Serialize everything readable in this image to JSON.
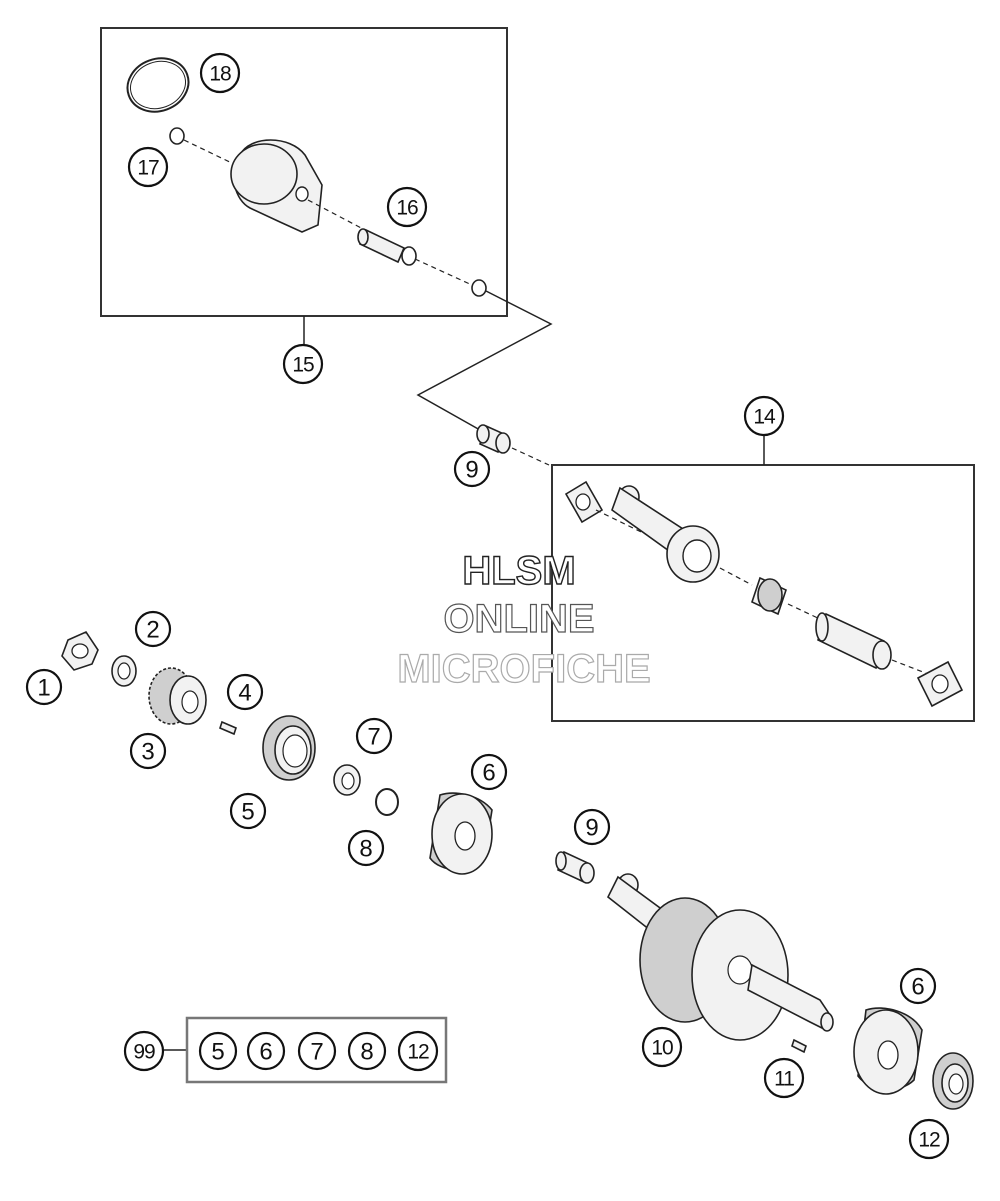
{
  "watermark": {
    "line1": "HLSM",
    "line2": "ONLINE",
    "line3": "MICROFICHE"
  },
  "callouts": {
    "c1": "1",
    "c2": "2",
    "c3": "3",
    "c4": "4",
    "c5": "5",
    "c6a": "6",
    "c6b": "6",
    "c7": "7",
    "c8": "8",
    "c9a": "9",
    "c9b": "9",
    "c10": "10",
    "c11": "11",
    "c12": "12",
    "c14": "14",
    "c15": "15",
    "c16": "16",
    "c17": "17",
    "c18": "18"
  },
  "kit": {
    "label": "99",
    "items": [
      "5",
      "6",
      "7",
      "8",
      "12"
    ]
  }
}
